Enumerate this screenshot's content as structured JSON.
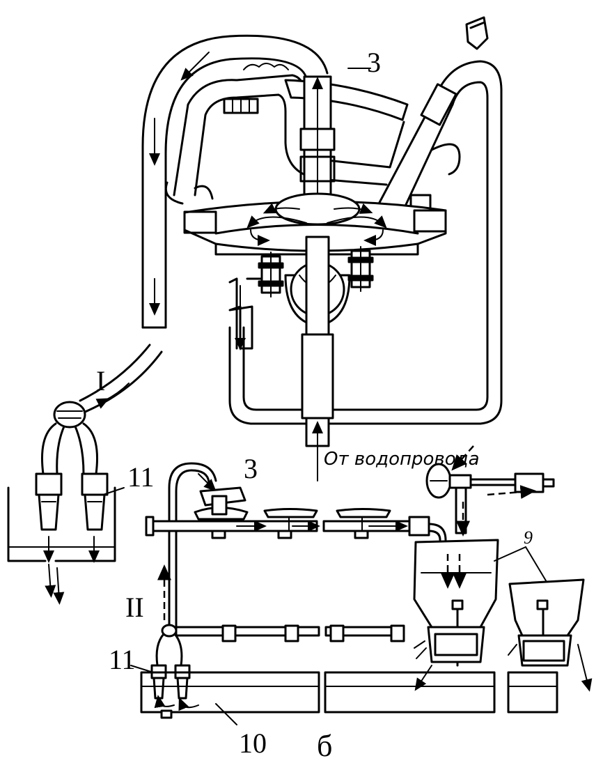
{
  "labels": {
    "part_3_top": "3",
    "part_3_bottom": "3",
    "variant_I": "I",
    "variant_II": "II",
    "part_11_left": "11",
    "part_11_bottom": "11",
    "part_9": "9",
    "part_10": "10",
    "panel_letter": "б",
    "water_supply": "От водопровода"
  },
  "colors": {
    "ink": "#000000",
    "paper": "#ffffff"
  }
}
